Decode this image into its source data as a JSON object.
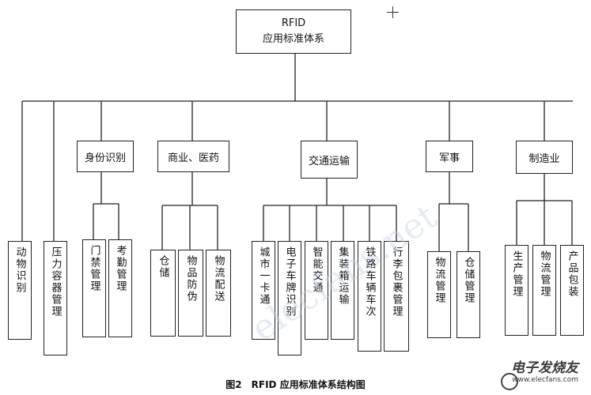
{
  "root": {
    "line1": "RFID",
    "line2": "应用标准体系"
  },
  "categories": {
    "identity": "身份识别",
    "commerce": "商业、医药",
    "transport": "交通运输",
    "military": "军事",
    "manufacturing": "制造业"
  },
  "leaves": {
    "animal_id": "动物识别",
    "pressure_vessel": "压力容器管理",
    "access_control": "门禁管理",
    "attendance": "考勤管理",
    "warehouse_commerce": "仓储",
    "anti_counterfeit": "物品防伪",
    "logistics_delivery": "物流配送",
    "city_card": "城市一卡通",
    "e_license_plate": "电子车牌识别",
    "smart_traffic": "智能交通",
    "container_transport": "集装箱运输",
    "railway_vehicle": "铁路车辆车次",
    "luggage_management": "行李包裹管理",
    "logistics_military": "物流管理",
    "warehouse_military": "仓储管理",
    "production_management": "生产管理",
    "logistics_manufacturing": "物流管理",
    "product_packaging": "产品包装"
  },
  "caption": "图2　RFID 应用标准体系结构图",
  "watermark": "elecfans.net",
  "logo": {
    "title": "电子发烧友",
    "url": "www.elecfans.com"
  }
}
